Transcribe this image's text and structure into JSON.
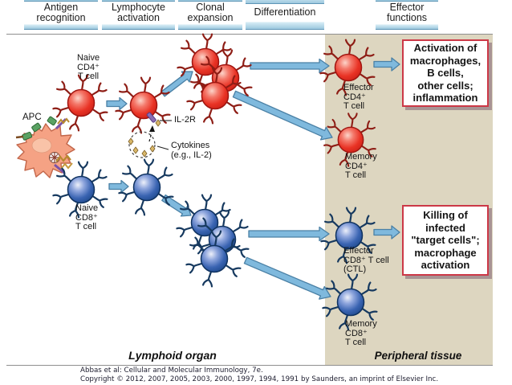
{
  "stages": [
    {
      "label": "Antigen\nrecognition"
    },
    {
      "label": "Lymphocyte\nactivation"
    },
    {
      "label": "Clonal\nexpansion"
    },
    {
      "label": "Differentiation"
    },
    {
      "label": "Effector\nfunctions"
    }
  ],
  "labels": {
    "apc": "APC",
    "naive_cd4": "Naive\nCD4⁺\nT cell",
    "naive_cd8": "Naive\nCD8⁺\nT cell",
    "il2r": "IL-2R",
    "cytokines": "Cytokines\n(e.g., IL-2)",
    "effector_cd4": "Effector\nCD4⁺\nT cell",
    "memory_cd4": "Memory\nCD4⁺\nT cell",
    "effector_cd8": "Effector\nCD8⁺ T cell\n(CTL)",
    "memory_cd8": "Memory\nCD8⁺\nT cell",
    "lymphoid_organ": "Lymphoid organ",
    "peripheral_tissue": "Peripheral tissue"
  },
  "callouts": {
    "cd4_effector_functions": "Activation of\nmacrophages,\nB cells,\nother cells;\ninflammation",
    "cd8_effector_functions": "Killing of\ninfected\n\"target cells\";\nmacrophage\nactivation"
  },
  "footer": {
    "line1": "Abbas et al: Cellular and Molecular Immunology, 7e.",
    "line2": "Copyright © 2012, 2007, 2005, 2003, 2000, 1997, 1994, 1991 by Saunders, an imprint of Elsevier Inc."
  },
  "colors": {
    "arrow_blue": "#7fb9dd",
    "tissue_tan": "#ddd6c0",
    "red_cell": "#e93325",
    "blue_cell": "#3a64b2",
    "callout_border": "#cc3847",
    "tab_bar_blue": "#9cc8de"
  }
}
